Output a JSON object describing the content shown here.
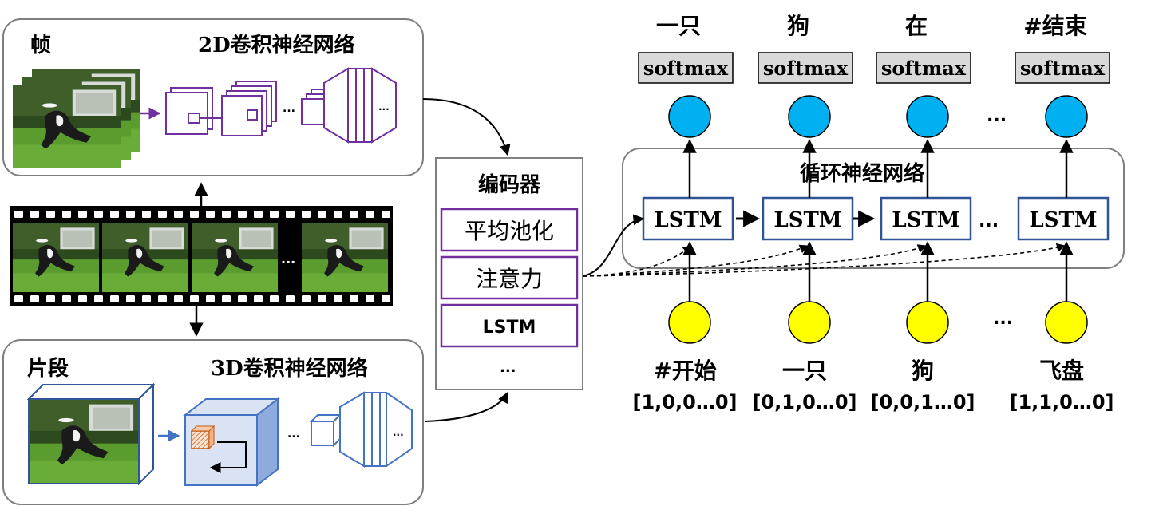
{
  "frame_panel": {
    "label": "帧",
    "title": "2D卷积神经网络",
    "ellipsis": "..."
  },
  "clip_panel": {
    "label": "片段",
    "title": "3D卷积神经网络",
    "ellipsis": "..."
  },
  "film_strip": {
    "ellipsis": "..."
  },
  "encoder": {
    "title": "编码器",
    "items": [
      "平均池化",
      "注意力",
      "LSTM"
    ],
    "ellipsis": "..."
  },
  "rnn": {
    "title": "循环神经网络",
    "cell_label": "LSTM",
    "softmax_label": "softmax",
    "ellipsis": "...",
    "outputs": [
      "一只",
      "狗",
      "在",
      "#结束"
    ],
    "inputs": [
      "#开始",
      "一只",
      "狗",
      "飞盘"
    ],
    "vectors": [
      "[1,0,0…0]",
      "[0,1,0…0]",
      "[0,0,1…0]",
      "[1,1,0…0]"
    ]
  },
  "colors": {
    "output_node": "#00b0f0",
    "input_node": "#ffff00",
    "cnn2d": "#7030a0",
    "cnn3d": "#4472c4",
    "lstm_border": "#2f5597",
    "softmax_fill": "#d9d9d9",
    "panel_border": "#7f7f7f"
  }
}
